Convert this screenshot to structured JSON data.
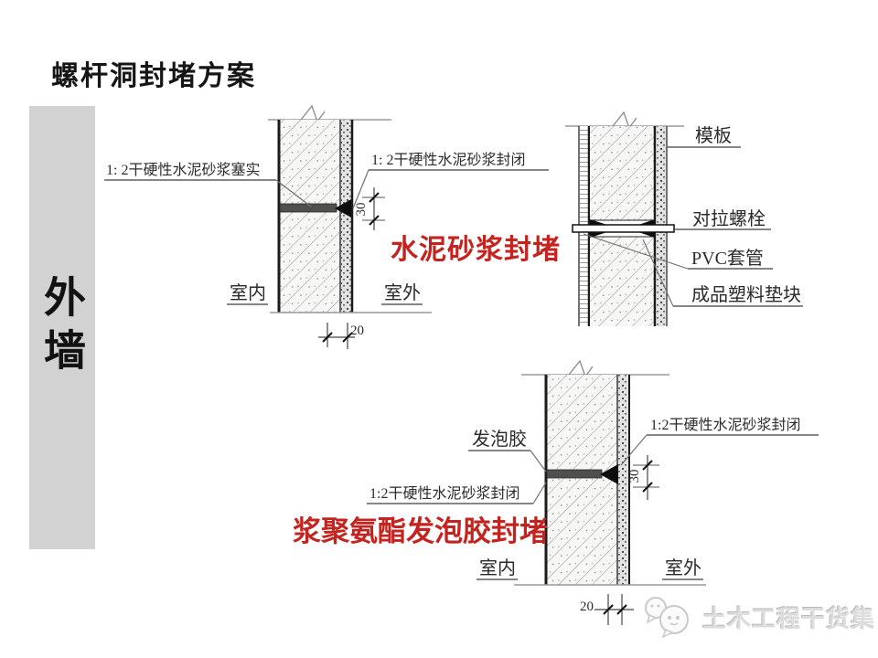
{
  "slide": {
    "title": "螺杆洞封堵方案",
    "sidebar_label": "外墙",
    "watermark_text": "土木工程干货集"
  },
  "colors": {
    "accent_red": "#c32420",
    "sidebar_gray": "#d2d2d2"
  },
  "drawing_cement": {
    "label_plug": "1: 2干硬性水泥砂浆塞实",
    "label_seal": "1: 2干硬性水泥砂浆封闭",
    "caption": "水泥砂浆封堵",
    "indoor": "室内",
    "outdoor": "室外",
    "dim_depth": "30",
    "dim_width": "20"
  },
  "drawing_bolt": {
    "label_formwork": "模板",
    "label_tie_bolt": "对拉螺栓",
    "label_pvc_sleeve": "PVC套管",
    "label_plastic_spacer": "成品塑料垫块"
  },
  "drawing_foam": {
    "label_foam": "发泡胶",
    "label_seal_left": "1:2干硬性水泥砂浆封闭",
    "label_seal_right": "1:2干硬性水泥砂浆封闭",
    "caption": "浆聚氨酯发泡胶封堵",
    "indoor": "室内",
    "outdoor": "室外",
    "dim_depth": "30",
    "dim_width": "20"
  }
}
